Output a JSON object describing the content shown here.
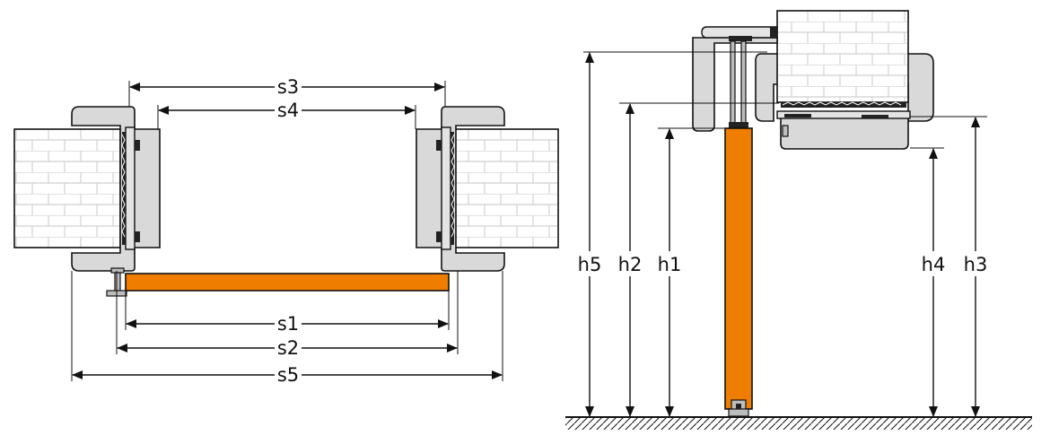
{
  "colors": {
    "door_leaf": "#ee7d00",
    "frame": "#d9d9d9",
    "wall": "#ffffff",
    "brick_lines": "#d0d0d0",
    "line": "#111111"
  },
  "plan_view": {
    "labels": {
      "s1": "s1",
      "s2": "s2",
      "s3": "s3",
      "s4": "s4",
      "s5": "s5"
    }
  },
  "section_view": {
    "labels": {
      "h1": "h1",
      "h2": "h2",
      "h3": "h3",
      "h4": "h4",
      "h5": "h5"
    }
  }
}
